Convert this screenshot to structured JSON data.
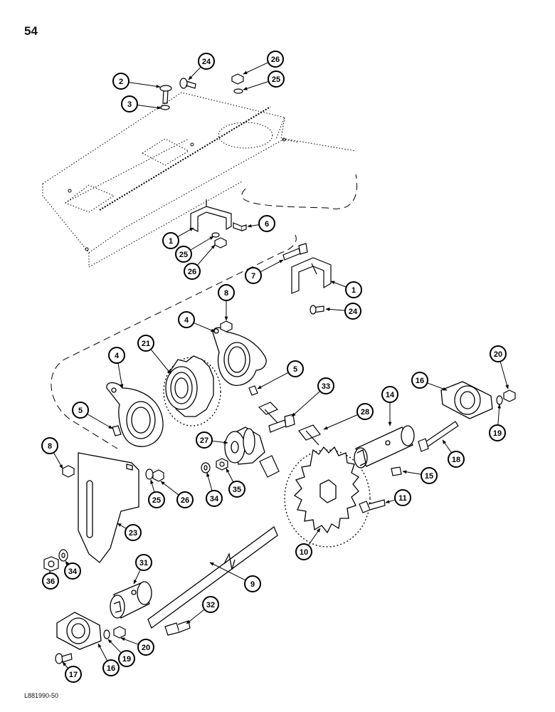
{
  "page_number": "54",
  "figure_code": "L881990-50",
  "callouts": [
    {
      "id": "c2",
      "label": "2"
    },
    {
      "id": "c24a",
      "label": "24"
    },
    {
      "id": "c26a",
      "label": "26"
    },
    {
      "id": "c25a",
      "label": "25"
    },
    {
      "id": "c3",
      "label": "3"
    },
    {
      "id": "c1a",
      "label": "1"
    },
    {
      "id": "c6",
      "label": "6"
    },
    {
      "id": "c25b",
      "label": "25"
    },
    {
      "id": "c26b",
      "label": "26"
    },
    {
      "id": "c7",
      "label": "7"
    },
    {
      "id": "c1b",
      "label": "1"
    },
    {
      "id": "c24b",
      "label": "24"
    },
    {
      "id": "c8a",
      "label": "8"
    },
    {
      "id": "c4a",
      "label": "4"
    },
    {
      "id": "c21",
      "label": "21"
    },
    {
      "id": "c4b",
      "label": "4"
    },
    {
      "id": "c5a",
      "label": "5"
    },
    {
      "id": "c33",
      "label": "33"
    },
    {
      "id": "c5b",
      "label": "5"
    },
    {
      "id": "c20a",
      "label": "20"
    },
    {
      "id": "c16a",
      "label": "16"
    },
    {
      "id": "c14",
      "label": "14"
    },
    {
      "id": "c28",
      "label": "28"
    },
    {
      "id": "c19a",
      "label": "19"
    },
    {
      "id": "c27",
      "label": "27"
    },
    {
      "id": "c18",
      "label": "18"
    },
    {
      "id": "c8b",
      "label": "8"
    },
    {
      "id": "c15",
      "label": "15"
    },
    {
      "id": "c34a",
      "label": "34"
    },
    {
      "id": "c35",
      "label": "35"
    },
    {
      "id": "c25c",
      "label": "25"
    },
    {
      "id": "c26c",
      "label": "26"
    },
    {
      "id": "c11",
      "label": "11"
    },
    {
      "id": "c23",
      "label": "23"
    },
    {
      "id": "c10",
      "label": "10"
    },
    {
      "id": "c34b",
      "label": "34"
    },
    {
      "id": "c36",
      "label": "36"
    },
    {
      "id": "c9",
      "label": "9"
    },
    {
      "id": "c31",
      "label": "31"
    },
    {
      "id": "c32",
      "label": "32"
    },
    {
      "id": "c20b",
      "label": "20"
    },
    {
      "id": "c19b",
      "label": "19"
    },
    {
      "id": "c16b",
      "label": "16"
    },
    {
      "id": "c17",
      "label": "17"
    }
  ]
}
